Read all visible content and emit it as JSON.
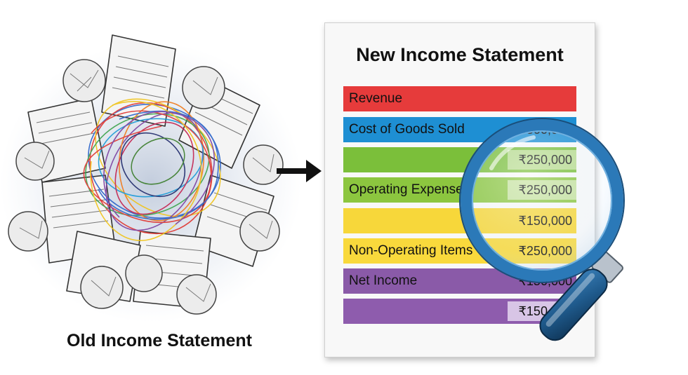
{
  "old_statement": {
    "caption": "Old Income Statement"
  },
  "new_statement": {
    "title": "New Income Statement",
    "rows": [
      {
        "label": "Revenue",
        "value": "",
        "color": "#e63b3b",
        "value_bg": ""
      },
      {
        "label": "Cost of Goods Sold",
        "value": "₹500,000",
        "color": "#1e8fd3",
        "value_bg": ""
      },
      {
        "label": "",
        "value": "₹250,000",
        "color": "#7bbf3a",
        "value_bg": "#b9dc8e"
      },
      {
        "label": "Operating Expense",
        "value": "₹250,000",
        "color": "#8cc63f",
        "value_bg": "#c6e29d"
      },
      {
        "label": "",
        "value": "₹150,000",
        "color": "#f7d73a",
        "value_bg": ""
      },
      {
        "label": "Non-Operating Items",
        "value": "₹250,000",
        "color": "#f9d93c",
        "value_bg": ""
      },
      {
        "label": "Net Income",
        "value": "₹150,000",
        "color": "#8a5aa8",
        "value_bg": ""
      },
      {
        "label": "",
        "value": "₹150,000",
        "color": "#8e5cad",
        "value_bg": "#d8c5e6"
      }
    ]
  },
  "icons": {
    "arrow": "arrow-right-icon",
    "magnifier": "magnifying-glass-icon",
    "crumpled_papers": "crumpled-papers-icon"
  }
}
